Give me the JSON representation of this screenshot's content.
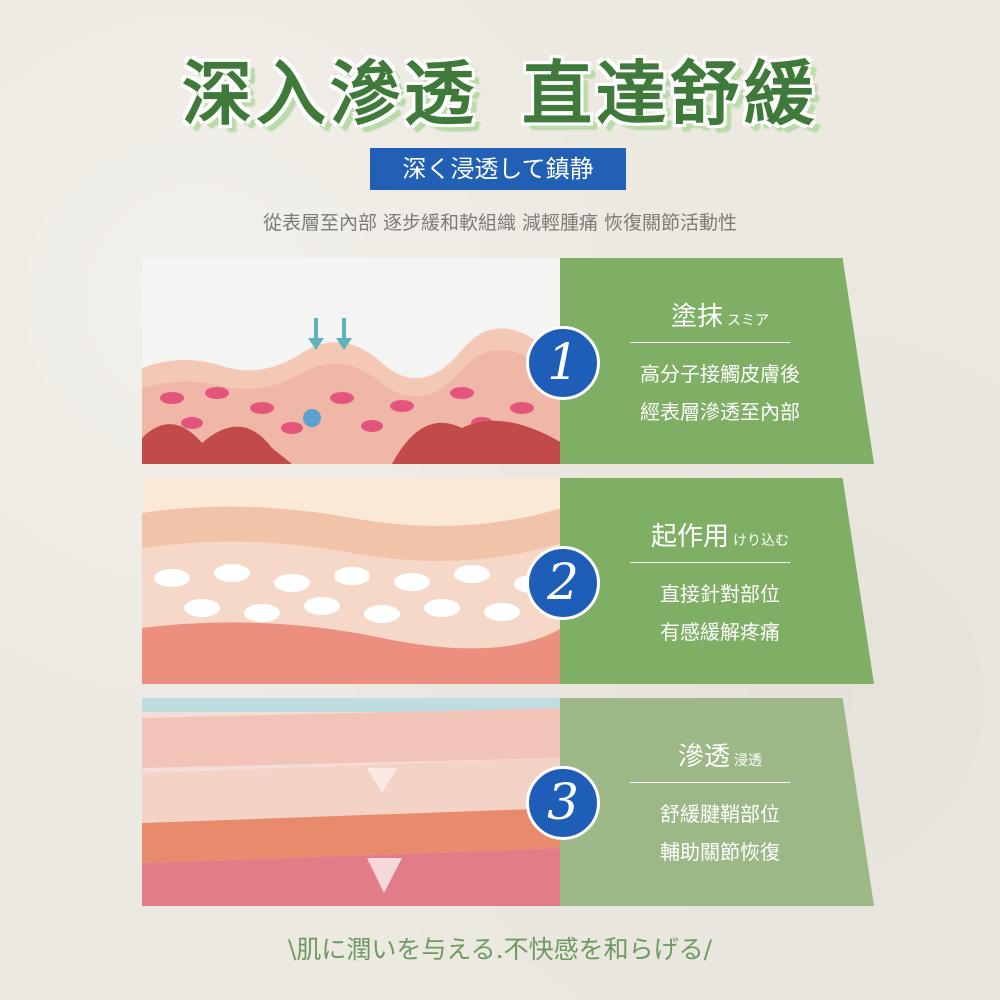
{
  "title": {
    "left": "深入滲透",
    "right": "直達舒緩"
  },
  "badge": "深く浸透して鎮静",
  "subtitle": "從表層至內部 逐步緩和軟組織 減輕腫痛 恢復關節活動性",
  "steps": [
    {
      "number": "1",
      "heading": "塗抹",
      "heading_jp": "スミア",
      "lines": [
        "高分子接觸皮膚後",
        "經表層滲透至內部"
      ],
      "color": "#7fae65"
    },
    {
      "number": "2",
      "heading": "起作用",
      "heading_jp": "けり込む",
      "lines": [
        "直接針對部位",
        "有感緩解疼痛"
      ],
      "color": "#7fae65"
    },
    {
      "number": "3",
      "heading": "滲透",
      "heading_jp": "浸透",
      "lines": [
        "舒緩腱鞘部位",
        "輔助關節恢復"
      ],
      "color": "#9cb886"
    }
  ],
  "footer": "\\肌に潤いを与える.不快感を和らげる/"
}
